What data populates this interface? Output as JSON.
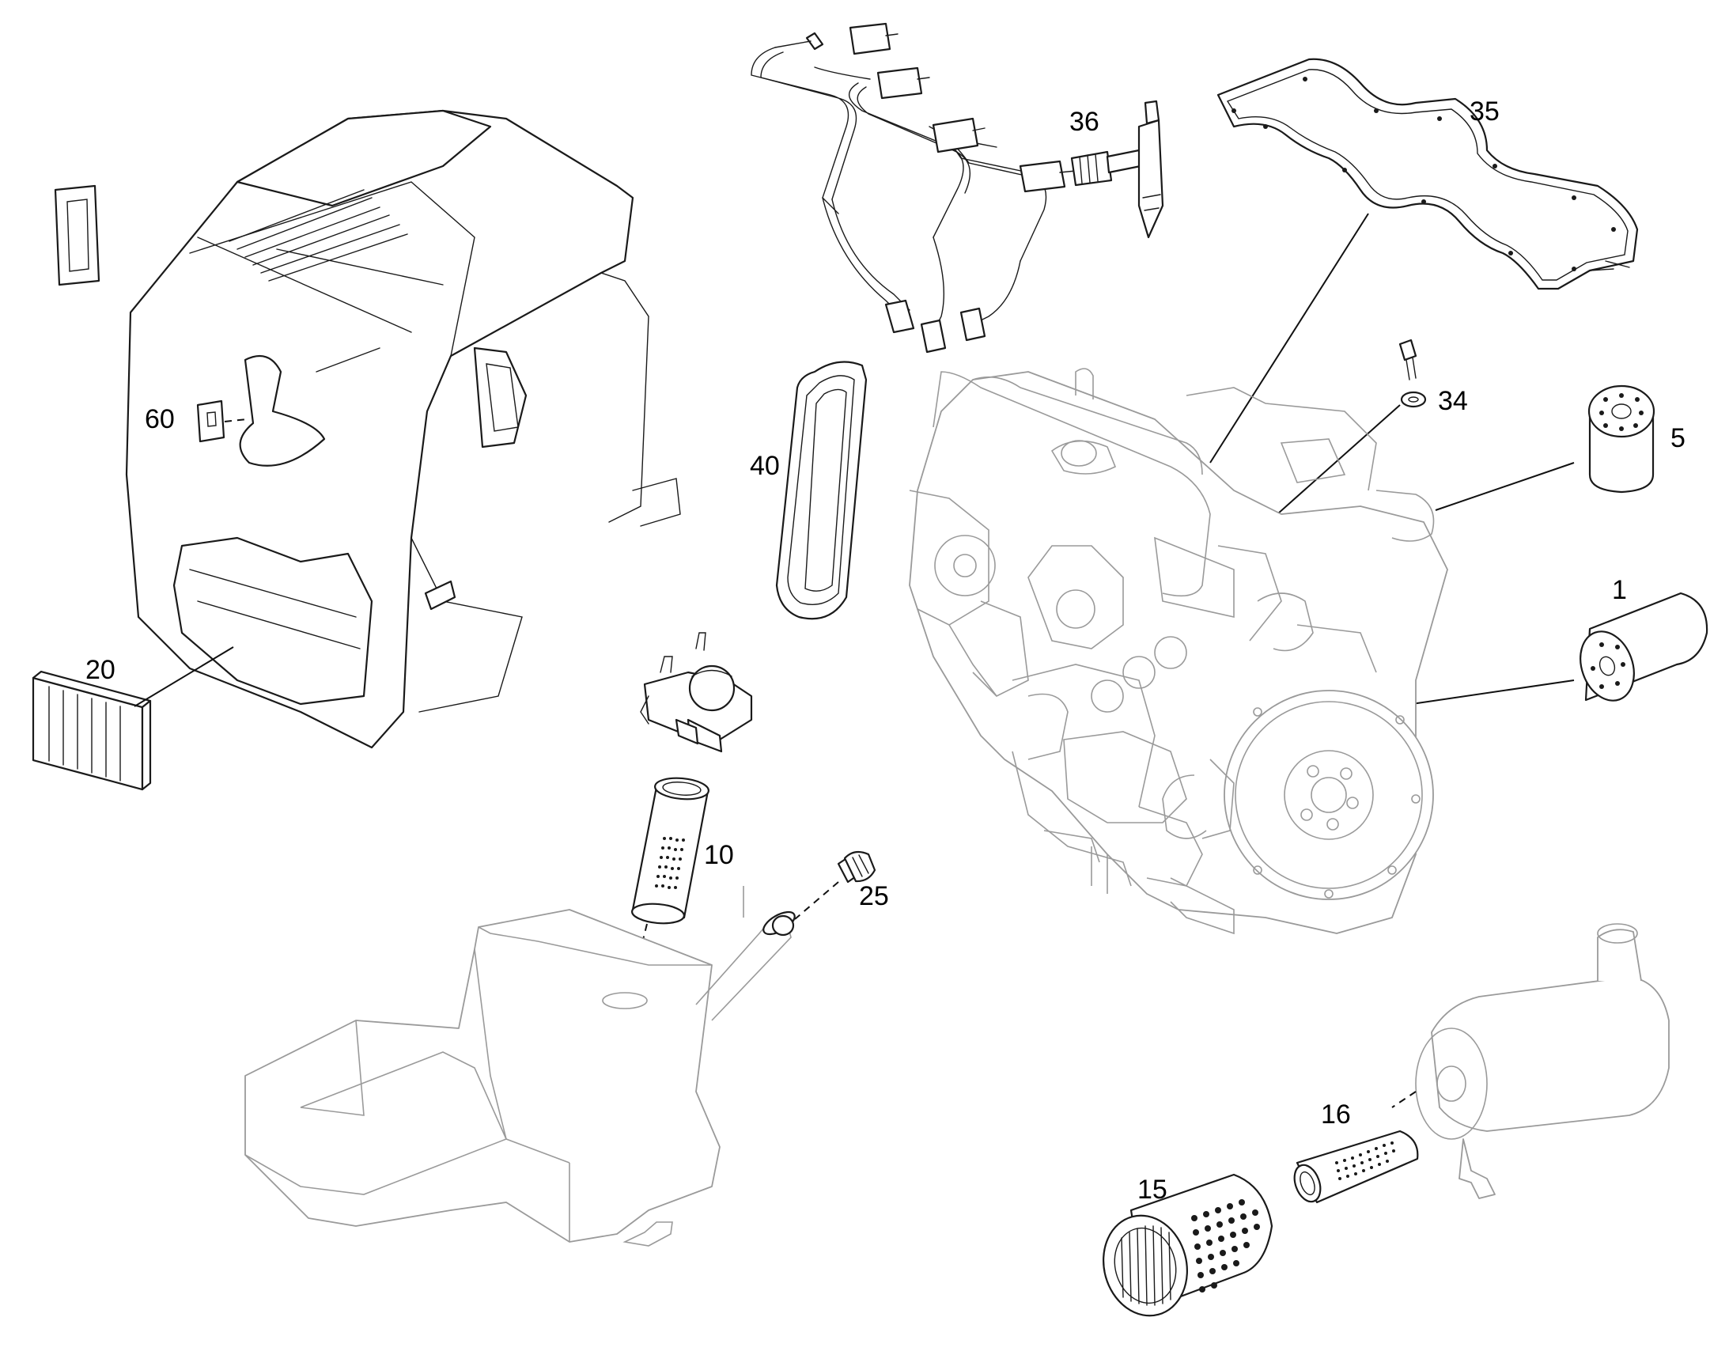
{
  "callouts": {
    "c1": "1",
    "c5": "5",
    "c10": "10",
    "c15": "15",
    "c16": "16",
    "c20": "20",
    "c25": "25",
    "c34": "34",
    "c35": "35",
    "c36": "36",
    "c40": "40",
    "c60": "60"
  }
}
